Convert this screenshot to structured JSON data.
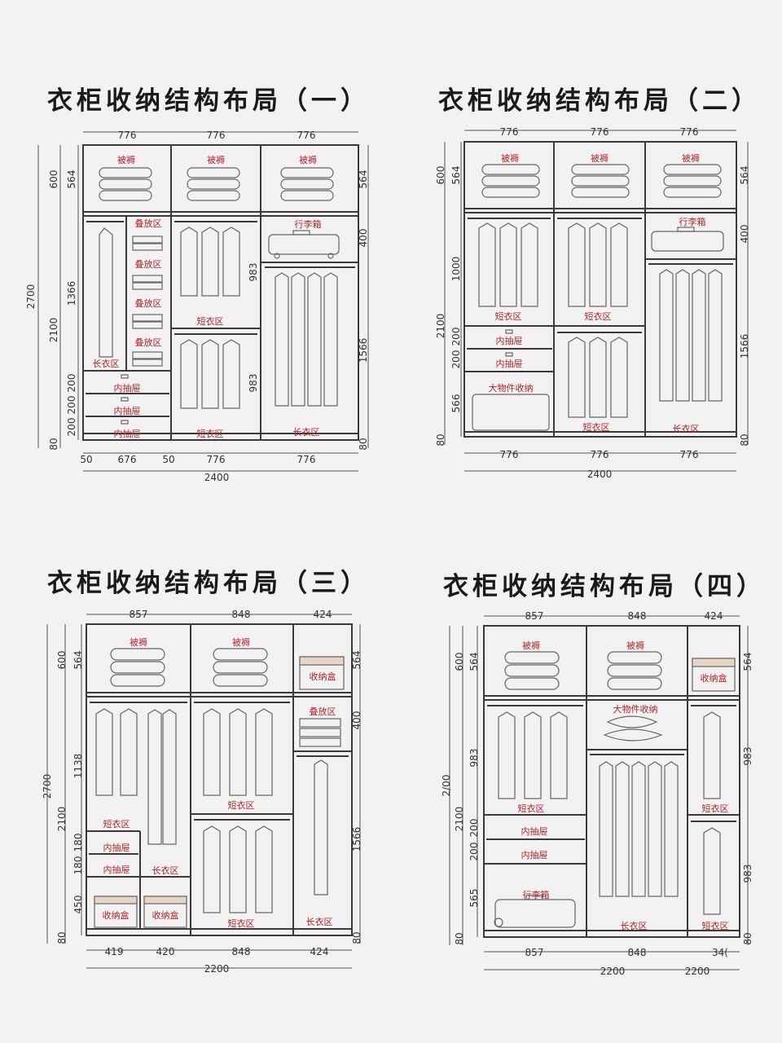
{
  "panels": [
    {
      "title": "衣柜收纳结构布局（一）",
      "top_dims": [
        "776",
        "776",
        "776"
      ],
      "bottom_dims": [
        "50",
        "676",
        "50",
        "776",
        "776"
      ],
      "total_width": "2400",
      "left_outer_dim": "2700",
      "left_dims": [
        "600",
        "2100",
        "80"
      ],
      "left_inner_dims": [
        "564",
        "1366",
        "200",
        "200",
        "200"
      ],
      "right_dims": [
        "564",
        "400",
        "983",
        "983",
        "1566",
        "80"
      ],
      "labels": {
        "quilt": "被褥",
        "fold": "叠放区",
        "luggage": "行李箱",
        "short": "短衣区",
        "long": "长衣区",
        "drawer": "内抽屉"
      }
    },
    {
      "title": "衣柜收纳结构布局（二）",
      "top_dims": [
        "776",
        "776",
        "776"
      ],
      "bottom_dims": [
        "776",
        "776",
        "776"
      ],
      "total_width": "2400",
      "left_dims": [
        "600",
        "2100",
        "80"
      ],
      "left_inner_dims": [
        "564",
        "1000",
        "200",
        "200",
        "566"
      ],
      "right_dims": [
        "564",
        "400",
        "1566",
        "80"
      ],
      "labels": {
        "quilt": "被褥",
        "luggage": "行李箱",
        "short": "短衣区",
        "long": "长衣区",
        "drawer": "内抽屉",
        "big": "大物件收纳"
      }
    },
    {
      "title": "衣柜收纳结构布局（三）",
      "top_dims": [
        "857",
        "848",
        "424"
      ],
      "bottom_dims": [
        "419",
        "420",
        "848",
        "424"
      ],
      "total_width": "2200",
      "left_outer_dim": "2700",
      "left_dims": [
        "600",
        "2100",
        "80"
      ],
      "left_inner_dims": [
        "564",
        "1138",
        "180",
        "180",
        "450"
      ],
      "right_dims": [
        "564",
        "400",
        "1566",
        "80"
      ],
      "labels": {
        "quilt": "被褥",
        "box": "收纳盒",
        "fold": "叠放区",
        "short": "短衣区",
        "long": "长衣区",
        "drawer": "内抽屉"
      }
    },
    {
      "title": "衣柜收纳结构布局（四）",
      "top_dims": [
        "857",
        "848",
        "424"
      ],
      "bottom_dims": [
        "857",
        "848",
        "34("
      ],
      "total_width": "2200",
      "total_width_extra": "2200",
      "left_outer_dim": "2/00",
      "left_dims": [
        "600",
        "2100",
        "80"
      ],
      "left_inner_dims": [
        "564",
        "983",
        "200",
        "200",
        "565"
      ],
      "right_dims": [
        "564",
        "983",
        "983",
        "80"
      ],
      "labels": {
        "quilt": "被褥",
        "box": "收纳盒",
        "big": "大物件收纳",
        "short": "短衣区",
        "long": "长衣区",
        "drawer": "内抽屉",
        "luggage": "行李箱"
      }
    }
  ],
  "colors": {
    "line": "#3a3a3a",
    "label": "#b0242c",
    "box_hatch": "#c98c6a"
  }
}
